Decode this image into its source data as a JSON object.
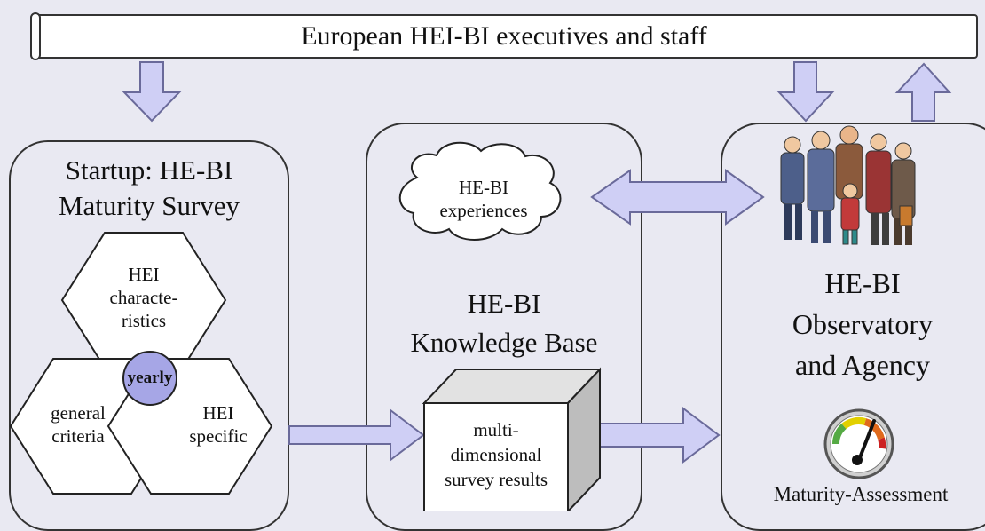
{
  "banner": {
    "text": "European HEI-BI executives and staff"
  },
  "survey": {
    "title": "Startup: HE-BI Maturity Survey",
    "hex_characteristics": "HEI characte- ristics",
    "hex_general": "general criteria",
    "hex_specific": "HEI specific",
    "center": "yearly"
  },
  "knowledge_base": {
    "cloud": "HE-BI experiences",
    "title": "HE-BI Knowledge Base",
    "cube": "multi- dimensional survey results"
  },
  "observatory": {
    "title": "HE-BI Observatory and Agency",
    "people_icon": "group-of-people-icon",
    "gauge_icon": "speedometer-gauge-icon",
    "assessment_label": "Maturity-Assessment"
  },
  "colors": {
    "arrow_fill": "#cfcff5",
    "arrow_stroke": "#6a6a9a",
    "yearly_fill": "#a6a6e6",
    "background": "#e9e9f2"
  }
}
